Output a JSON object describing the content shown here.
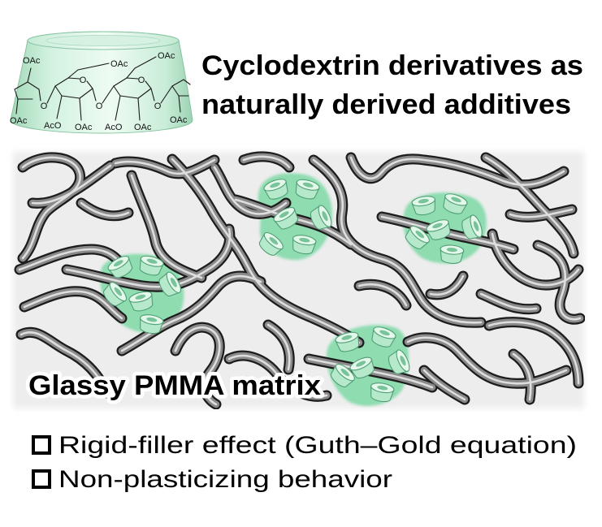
{
  "title": {
    "line1": "Cyclodextrin derivatives as",
    "line2": "naturally derived additives"
  },
  "cyclodextrin": {
    "labels": [
      "OAc",
      "OAc",
      "OAc",
      "O",
      "O",
      "O",
      "O",
      "O",
      "OAc",
      "AcO",
      "OAc",
      "AcO",
      "OAc",
      "OAc"
    ]
  },
  "matrix": {
    "label": "Glassy PMMA matrix"
  },
  "bullets": [
    {
      "icon": "checkbox-icon",
      "text": "Rigid-filler effect (Guth–Gold equation)"
    },
    {
      "icon": "checkbox-icon",
      "text": "Non-plasticizing behavior"
    }
  ],
  "colors": {
    "cyclodextrin_green": "#8edcb0",
    "polymer_chain": "#8a8a8a",
    "matrix_background": "#ededed"
  }
}
